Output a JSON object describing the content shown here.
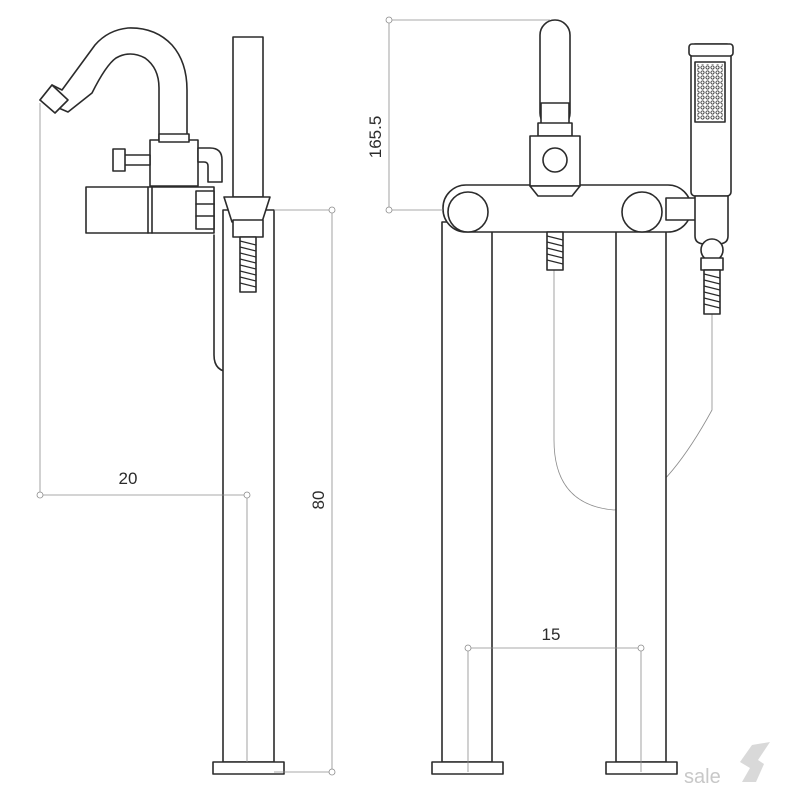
{
  "dimensions": {
    "spout_reach": "20",
    "riser_height": "80",
    "spout_height": "165.5",
    "leg_spacing": "15"
  },
  "watermark": {
    "text": "sale",
    "color": "#c8c8c8"
  },
  "colors": {
    "line": "#2b2b2b",
    "dimension_line": "#8c8c8c",
    "background": "#ffffff"
  }
}
